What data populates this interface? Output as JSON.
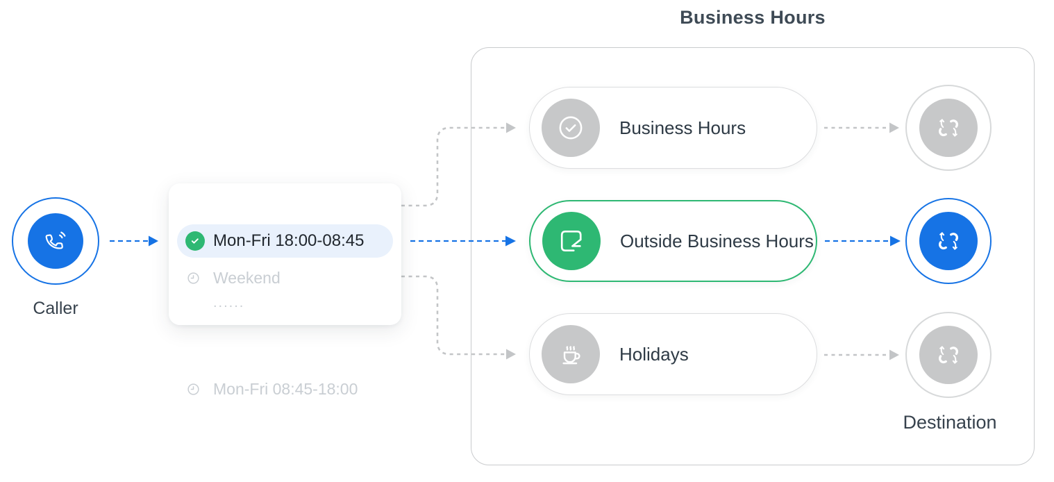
{
  "group": {
    "title": "Business Hours"
  },
  "caller": {
    "label": "Caller",
    "icon": "phone-ring-icon"
  },
  "schedule_card": {
    "items": [
      {
        "icon": "clock-icon",
        "label": "Mon-Fri 08:45-18:00",
        "selected": false
      },
      {
        "icon": "check-circle-icon",
        "label": "Mon-Fri 18:00-08:45",
        "selected": true
      },
      {
        "icon": "clock-icon",
        "label": "Weekend",
        "selected": false
      },
      {
        "icon": "ellipsis",
        "label": "......",
        "selected": false
      }
    ]
  },
  "routes": [
    {
      "icon": "check-circle-icon",
      "label": "Business Hours",
      "state": "default"
    },
    {
      "icon": "call-out-icon",
      "label": "Outside Business Hours",
      "state": "active"
    },
    {
      "icon": "coffee-cup-icon",
      "label": "Holidays",
      "state": "default"
    }
  ],
  "destinations": {
    "label": "Destination",
    "nodes": [
      {
        "icon": "call-transfer-icon",
        "state": "default"
      },
      {
        "icon": "call-transfer-icon",
        "state": "active"
      },
      {
        "icon": "call-transfer-icon",
        "state": "default"
      }
    ]
  },
  "colors": {
    "blue": "#1673e5",
    "green": "#2eb873",
    "gray_fill": "#c7c8c9",
    "dash_gray": "#c3c5c7",
    "selected_row_bg": "#e9f1fc"
  }
}
